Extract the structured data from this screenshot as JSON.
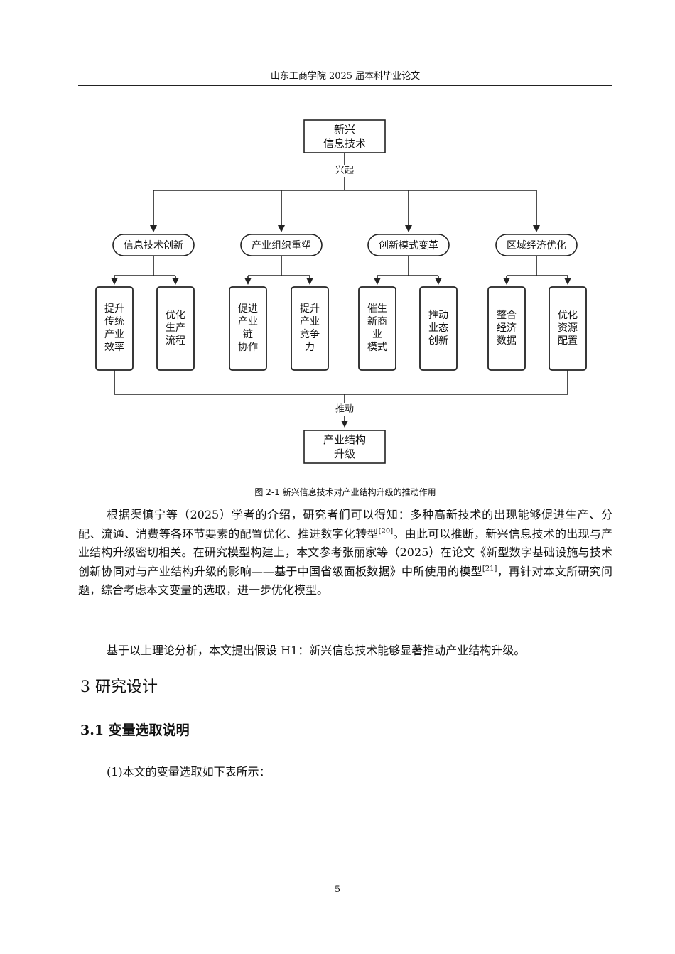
{
  "header": {
    "title": "山东工商学院 2025 届本科毕业论文"
  },
  "diagram": {
    "top": [
      "新兴",
      "信息技术"
    ],
    "top_edge_label": "兴起",
    "categories": [
      {
        "label": "信息技术创新",
        "children": [
          [
            "提升",
            "传统",
            "产业",
            "效率"
          ],
          [
            "优化",
            "生产",
            "流程"
          ]
        ]
      },
      {
        "label": "产业组织重塑",
        "children": [
          [
            "促进",
            "产业",
            "链",
            "协作"
          ],
          [
            "提升",
            "产业",
            "竞争",
            "力"
          ]
        ]
      },
      {
        "label": "创新模式变革",
        "children": [
          [
            "催生",
            "新商",
            "业",
            "模式"
          ],
          [
            "推动",
            "业态",
            "创新"
          ]
        ]
      },
      {
        "label": "区域经济优化",
        "children": [
          [
            "整合",
            "经济",
            "数据"
          ],
          [
            "优化",
            "资源",
            "配置"
          ]
        ]
      }
    ],
    "bottom_edge_label": "推动",
    "bottom": [
      "产业结构",
      "升级"
    ]
  },
  "caption": "图  2-1 新兴信息技术对产业结构升级的推动作用",
  "paragraph1": {
    "before_ref1": "根据渠慎宁等（2025）学者的介绍，研究者们可以得知：多种高新技术的出现能够促进生产、分配、流通、消费等各环节要素的配置优化、推进数字化转型",
    "ref1": "[20]",
    "before_ref2": "。由此可以推断，新兴信息技术的出现与产业结构升级密切相关。在研究模型构建上，本文参考张丽家等（2025）在论文《新型数字基础设施与技术创新协同对与产业结构升级的影响——基于中国省级面板数据》中所使用的模型",
    "ref2": "[21]",
    "after_ref2": "，再针对本文所研究问题，综合考虑本文变量的选取，进一步优化模型。"
  },
  "paragraph2": "基于以上理论分析，本文提出假设 H1：新兴信息技术能够显著推动产业结构升级。",
  "section_title": "3 研究设计",
  "subsection_title": "3.1 变量选取说明",
  "paragraph3": "(1)本文的变量选取如下表所示：",
  "page_number": "5"
}
